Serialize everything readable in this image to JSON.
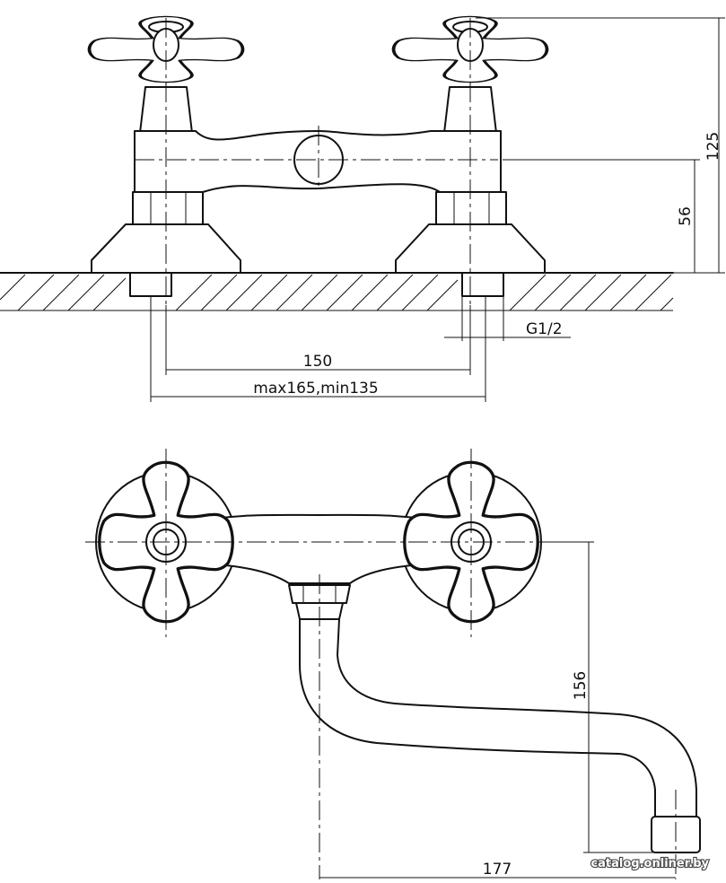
{
  "dimensions": {
    "height_total": "125",
    "height_axis": "56",
    "thread": "G1/2",
    "center_distance": "150",
    "center_range": "max165,min135",
    "spout_height": "156",
    "spout_reach": "177"
  },
  "watermark": "catalog.onliner.by"
}
